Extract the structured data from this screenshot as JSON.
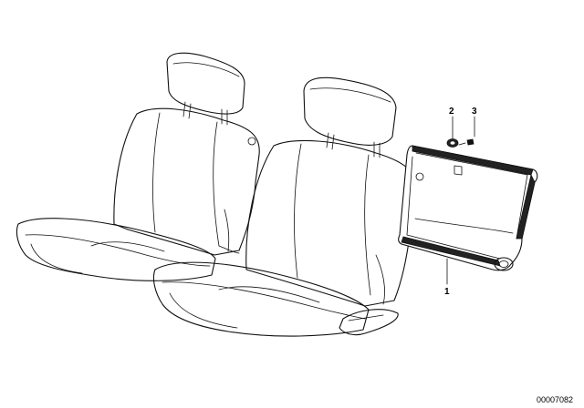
{
  "diagram": {
    "callouts": [
      {
        "id": "part-1",
        "label": "1"
      },
      {
        "id": "part-2",
        "label": "2"
      },
      {
        "id": "part-3",
        "label": "3"
      }
    ],
    "drawing_code": "00007082"
  }
}
